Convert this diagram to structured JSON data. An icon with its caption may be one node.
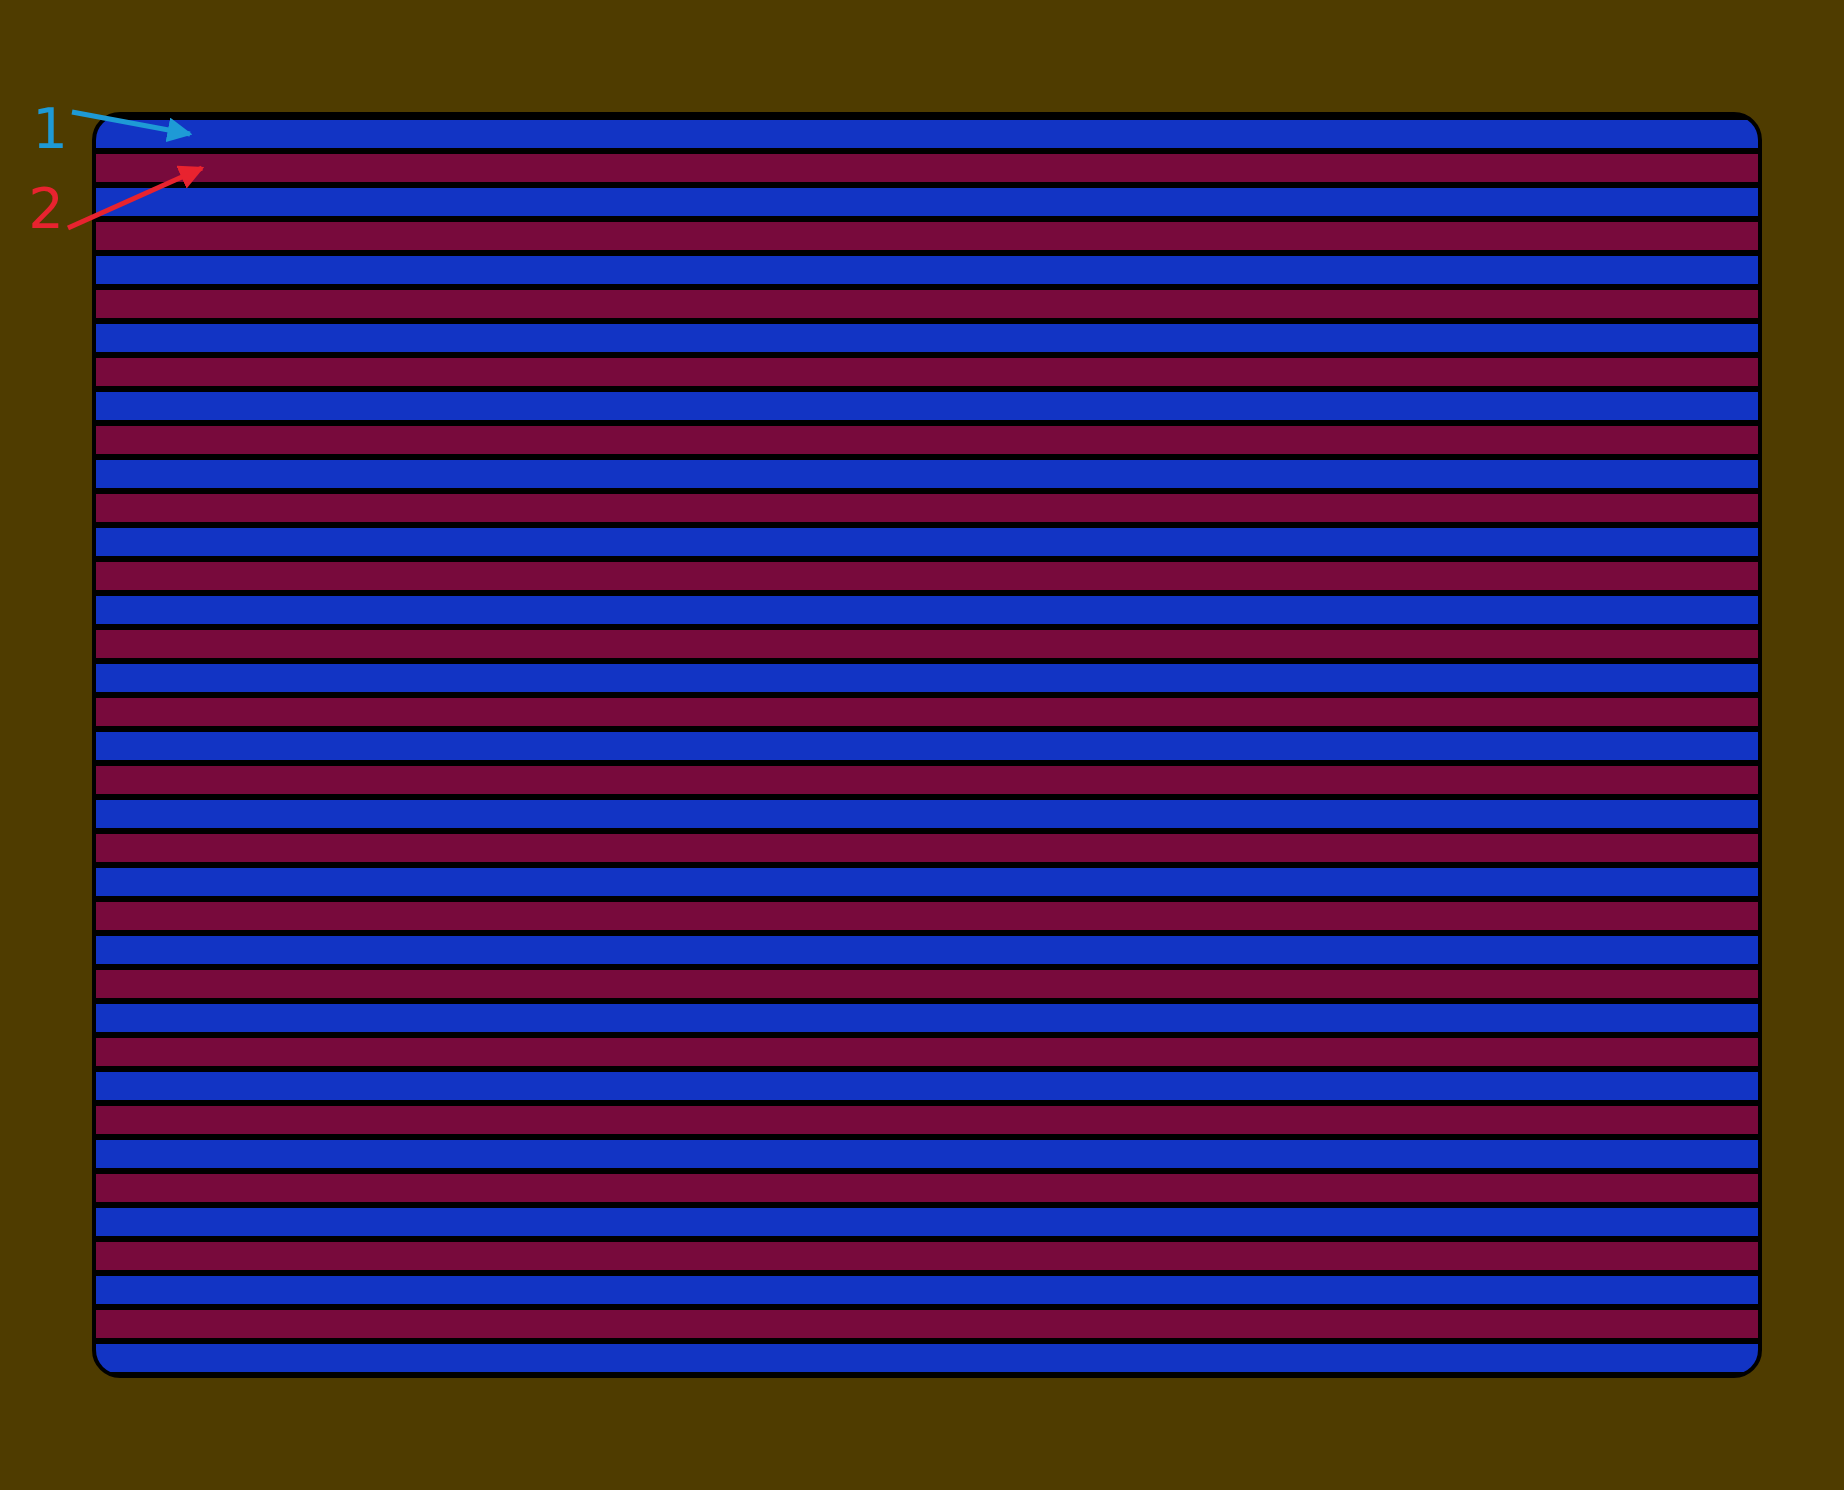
{
  "diagram": {
    "nodes": [
      {
        "text": [
          "1"
        ]
      },
      {
        "text": [
          "2"
        ]
      },
      {
        "text": [],
        "shape": "bar"
      },
      {
        "text": [],
        "shape": "bar"
      },
      {
        "text": [],
        "shape": "bar"
      },
      {
        "text": [],
        "shape": "bar"
      },
      {
        "text": [],
        "shape": "bar"
      },
      {
        "text": [],
        "shape": "bar"
      },
      {
        "text": [],
        "shape": "bar"
      },
      {
        "text": [],
        "shape": "bar"
      },
      {
        "text": [],
        "shape": "bar"
      },
      {
        "text": [],
        "shape": "bar"
      },
      {
        "text": [],
        "shape": "bar"
      },
      {
        "text": [],
        "shape": "bar"
      },
      {
        "text": [],
        "shape": "bar"
      },
      {
        "text": [],
        "shape": "bar"
      },
      {
        "text": [],
        "shape": "bar"
      },
      {
        "text": [],
        "shape": "bar"
      },
      {
        "text": [],
        "shape": "bar"
      },
      {
        "text": [],
        "shape": "bar"
      },
      {
        "text": [],
        "shape": "bar"
      },
      {
        "text": [],
        "shape": "bar"
      },
      {
        "text": [],
        "shape": "bar"
      },
      {
        "text": [],
        "shape": "bar"
      },
      {
        "text": [],
        "shape": "bar"
      },
      {
        "text": [],
        "shape": "bar"
      },
      {
        "text": [],
        "shape": "bar"
      },
      {
        "text": [],
        "shape": "bar"
      },
      {
        "text": [],
        "shape": "bar"
      },
      {
        "text": [],
        "shape": "bar"
      },
      {
        "text": [],
        "shape": "bar"
      },
      {
        "text": [],
        "shape": "bar"
      },
      {
        "text": [],
        "shape": "bar"
      },
      {
        "text": [],
        "shape": "bar"
      },
      {
        "text": [],
        "shape": "bar"
      },
      {
        "text": [],
        "shape": "bar"
      },
      {
        "text": [],
        "shape": "bar"
      },
      {
        "text": [],
        "shape": "bar"
      },
      {
        "text": [],
        "shape": "bar"
      }
    ],
    "edges": [
      {
        "from": 0,
        "to": 2,
        "arrow": "to",
        "color": "#1e9ad6"
      },
      {
        "from": 1,
        "to": 3,
        "arrow": "to",
        "color": "#e8232f"
      }
    ]
  }
}
